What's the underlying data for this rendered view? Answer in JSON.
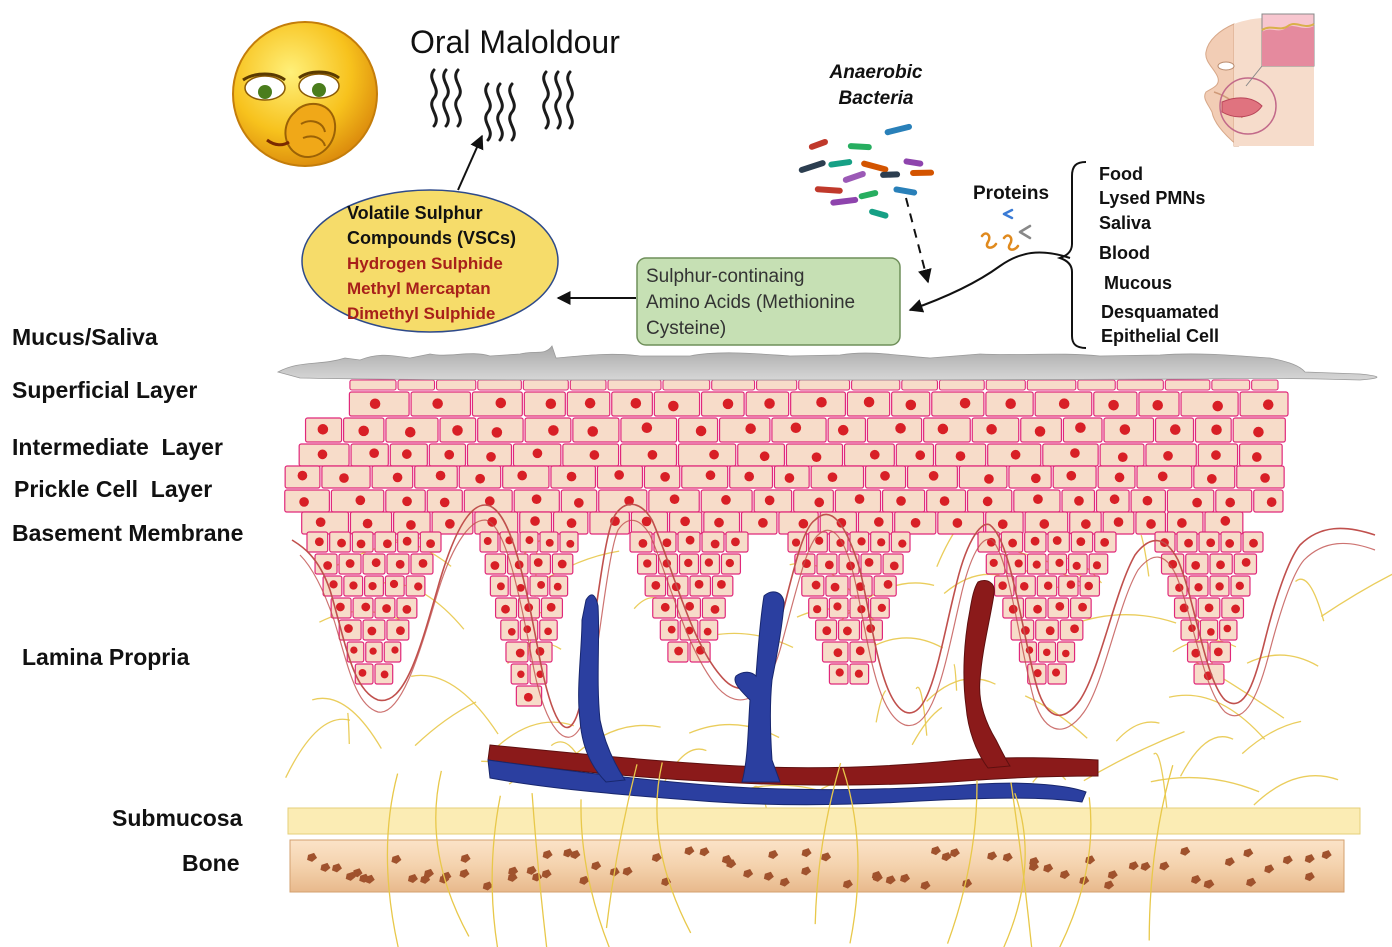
{
  "title": "Oral Maloldour",
  "bacteria_label": {
    "line1": "Anaerobic",
    "line2": "Bacteria"
  },
  "proteins_label": "Proteins",
  "protein_sources": [
    "Food",
    "Lysed PMNs",
    "Saliva",
    "Blood",
    "Mucous",
    "Desquamated",
    "Epithelial Cell"
  ],
  "vsc": {
    "heading": [
      "Volatile Sulphur",
      "Compounds (VSCs)"
    ],
    "items": [
      "Hydrogen Sulphide",
      "Methyl Mercaptan",
      "Dimethyl Sulphide"
    ]
  },
  "amino_acids": [
    "Sulphur-continaing",
    "Amino Acids (Methionine",
    "Cysteine)"
  ],
  "layers": {
    "mucus": "Mucus/Saliva",
    "superficial": "Superficial Layer",
    "intermediate": "Intermediate  Layer",
    "prickle": "Prickle Cell  Layer",
    "basement": "Basement Membrane",
    "lamina": "Lamina Propria",
    "submucosa": "Submucosa",
    "bone": "Bone"
  },
  "colors": {
    "cell_fill": "#f7dcc9",
    "cell_border": "#e0287a",
    "nucleus": "#d81f26",
    "vein": "#2b3fa0",
    "artery": "#8b1a1a",
    "fibers": "#e8c84a",
    "mucus": "#bdbdbd",
    "vsc_bubble": "#f6dc6a",
    "amino_box": "#c6e0b4",
    "submucosa": "#fbecb4",
    "bone": "#f2cfa8",
    "bone_dots": "#a0522d"
  },
  "icons": [
    "sick-emoji-icon",
    "odour-waves-icon",
    "bacteria-cluster-icon",
    "protein-strands-icon",
    "face-profile-icon"
  ]
}
